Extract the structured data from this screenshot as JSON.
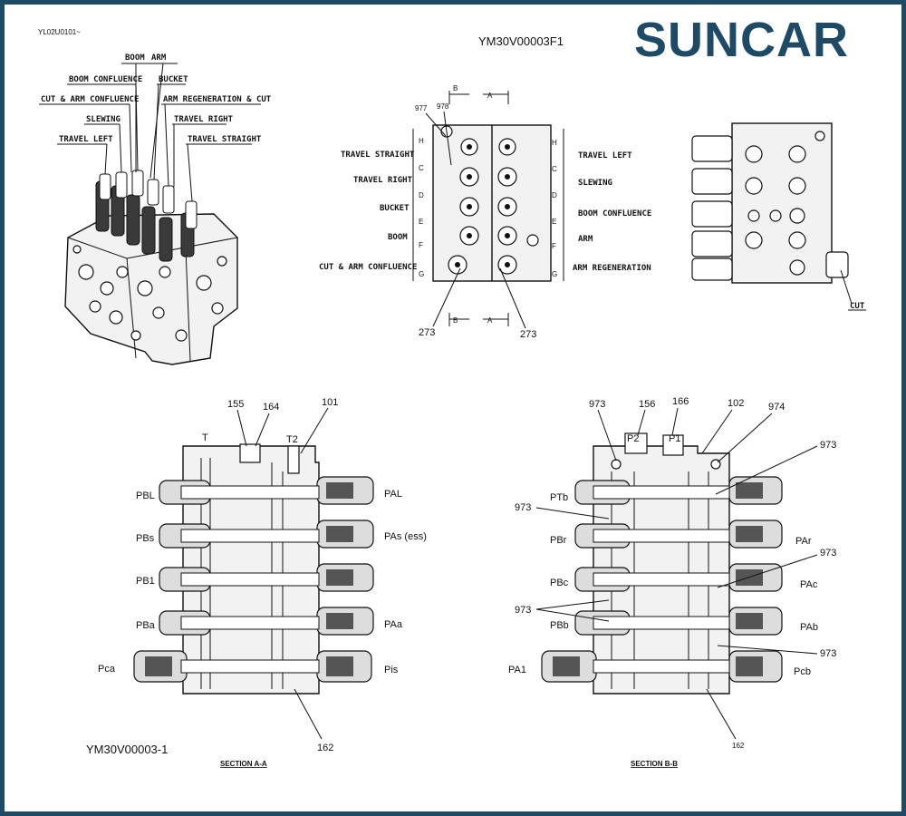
{
  "brand": {
    "logo_text": "SUNCAR",
    "accent": "#1f4a66"
  },
  "header": {
    "code_small": "YL02U0101~",
    "code_main": "YM30V00003F1",
    "code_footer": "YM30V00003-1"
  },
  "iso_labels": [
    "BOOM",
    "ARM",
    "BOOM CONFLUENCE",
    "BUCKET",
    "CUT & ARM CONFLUENCE",
    "ARM REGENERATION & CUT",
    "SLEWING",
    "TRAVEL RIGHT",
    "TRAVEL LEFT",
    "TRAVEL STRAIGHT"
  ],
  "front_left_labels": [
    "TRAVEL STRAIGHT",
    "TRAVEL RIGHT",
    "BUCKET",
    "BOOM",
    "CUT & ARM CONFLUENCE"
  ],
  "front_right_labels": [
    "TRAVEL LEFT",
    "SLEWING",
    "BOOM CONFLUENCE",
    "ARM",
    "ARM REGENERATION"
  ],
  "front_letters": [
    "H",
    "C",
    "D",
    "E",
    "F",
    "G"
  ],
  "section_markers": {
    "b": "B",
    "a": "A"
  },
  "front_parts": {
    "p977": "977",
    "p978": "978",
    "p273a": "273",
    "p273b": "273"
  },
  "side_label": "CUT",
  "section_a": {
    "title": "SECTION A-A",
    "parts": {
      "p155": "155",
      "p164": "164",
      "p101": "101",
      "p162": "162"
    },
    "tanks": {
      "t": "T",
      "t2": "T2"
    },
    "left_ports": [
      "PBL",
      "PBs",
      "PB1",
      "PBa",
      "Pca"
    ],
    "right_ports": [
      "PAL",
      "PAs (ess)",
      "PAa",
      "Pis"
    ]
  },
  "section_b": {
    "title": "SECTION B-B",
    "parts": {
      "p973": "973",
      "p156": "156",
      "p166": "166",
      "p102": "102",
      "p974": "974",
      "p162": "162"
    },
    "pumps": {
      "p2": "P2",
      "p1": "P1"
    },
    "left_ports": [
      "PTb",
      "PBr",
      "PBc",
      "PBb",
      "PA1"
    ],
    "right_ports": [
      "PAr",
      "PAc",
      "PAb",
      "Pcb"
    ]
  }
}
